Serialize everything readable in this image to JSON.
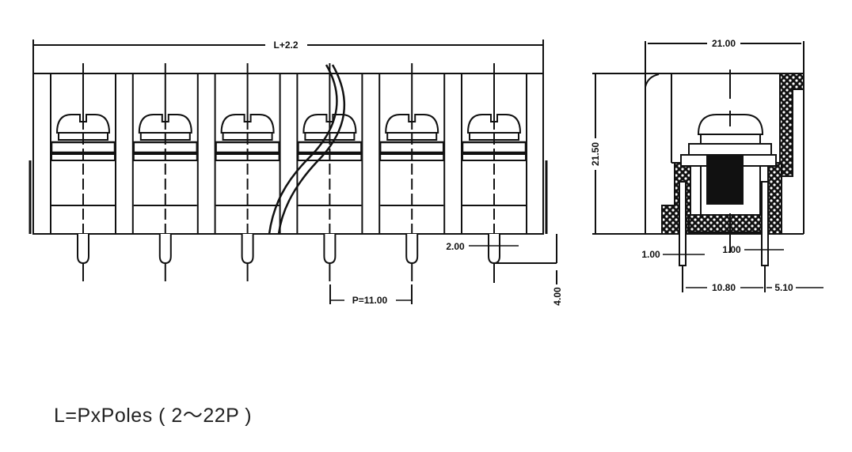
{
  "front_view": {
    "length_label": "L+2.2",
    "pitch_label": "P=11.00",
    "pin_width_label": "2.00",
    "pin_length_label": "4.00",
    "pole_count_shown": 6
  },
  "side_view": {
    "width_label": "21.00",
    "height_label": "21.50",
    "pin_left_label": "1.00",
    "pin_mid_label": "1.00",
    "pin_spacing_label": "10.80",
    "edge_offset_label": "5.10"
  },
  "formula": "L=PxPoles ( 2～22P )"
}
